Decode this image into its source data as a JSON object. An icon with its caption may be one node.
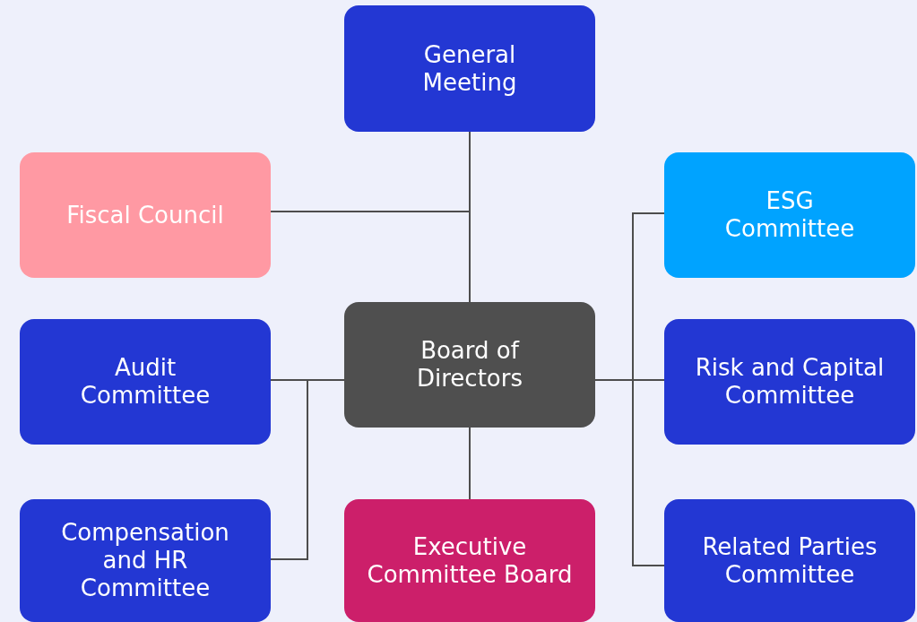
{
  "diagram": {
    "nodes": [
      {
        "text": [
          "General Meeting"
        ]
      },
      {
        "text": [
          "Fiscal Council"
        ]
      },
      {
        "text": [
          "ESG Committee"
        ]
      },
      {
        "text": [
          "Audit Committee"
        ]
      },
      {
        "text": [
          "Board of Directors"
        ]
      },
      {
        "text": [
          "Risk and Capital Committee"
        ]
      },
      {
        "text": [
          "Compensation and HR Committee"
        ]
      },
      {
        "text": [
          "Executive Committee Board"
        ]
      },
      {
        "text": [
          "Related Parties Committee"
        ]
      }
    ],
    "edges": [
      {
        "from": 0,
        "to": 4,
        "arrow": "none"
      },
      {
        "from": 0,
        "to": 1,
        "arrow": "none"
      },
      {
        "from": 4,
        "to": 3,
        "arrow": "none"
      },
      {
        "from": 4,
        "to": 6,
        "arrow": "none"
      },
      {
        "from": 4,
        "to": 7,
        "arrow": "none"
      },
      {
        "from": 4,
        "to": 2,
        "arrow": "none"
      },
      {
        "from": 4,
        "to": 5,
        "arrow": "none"
      },
      {
        "from": 4,
        "to": 8,
        "arrow": "none"
      }
    ]
  }
}
